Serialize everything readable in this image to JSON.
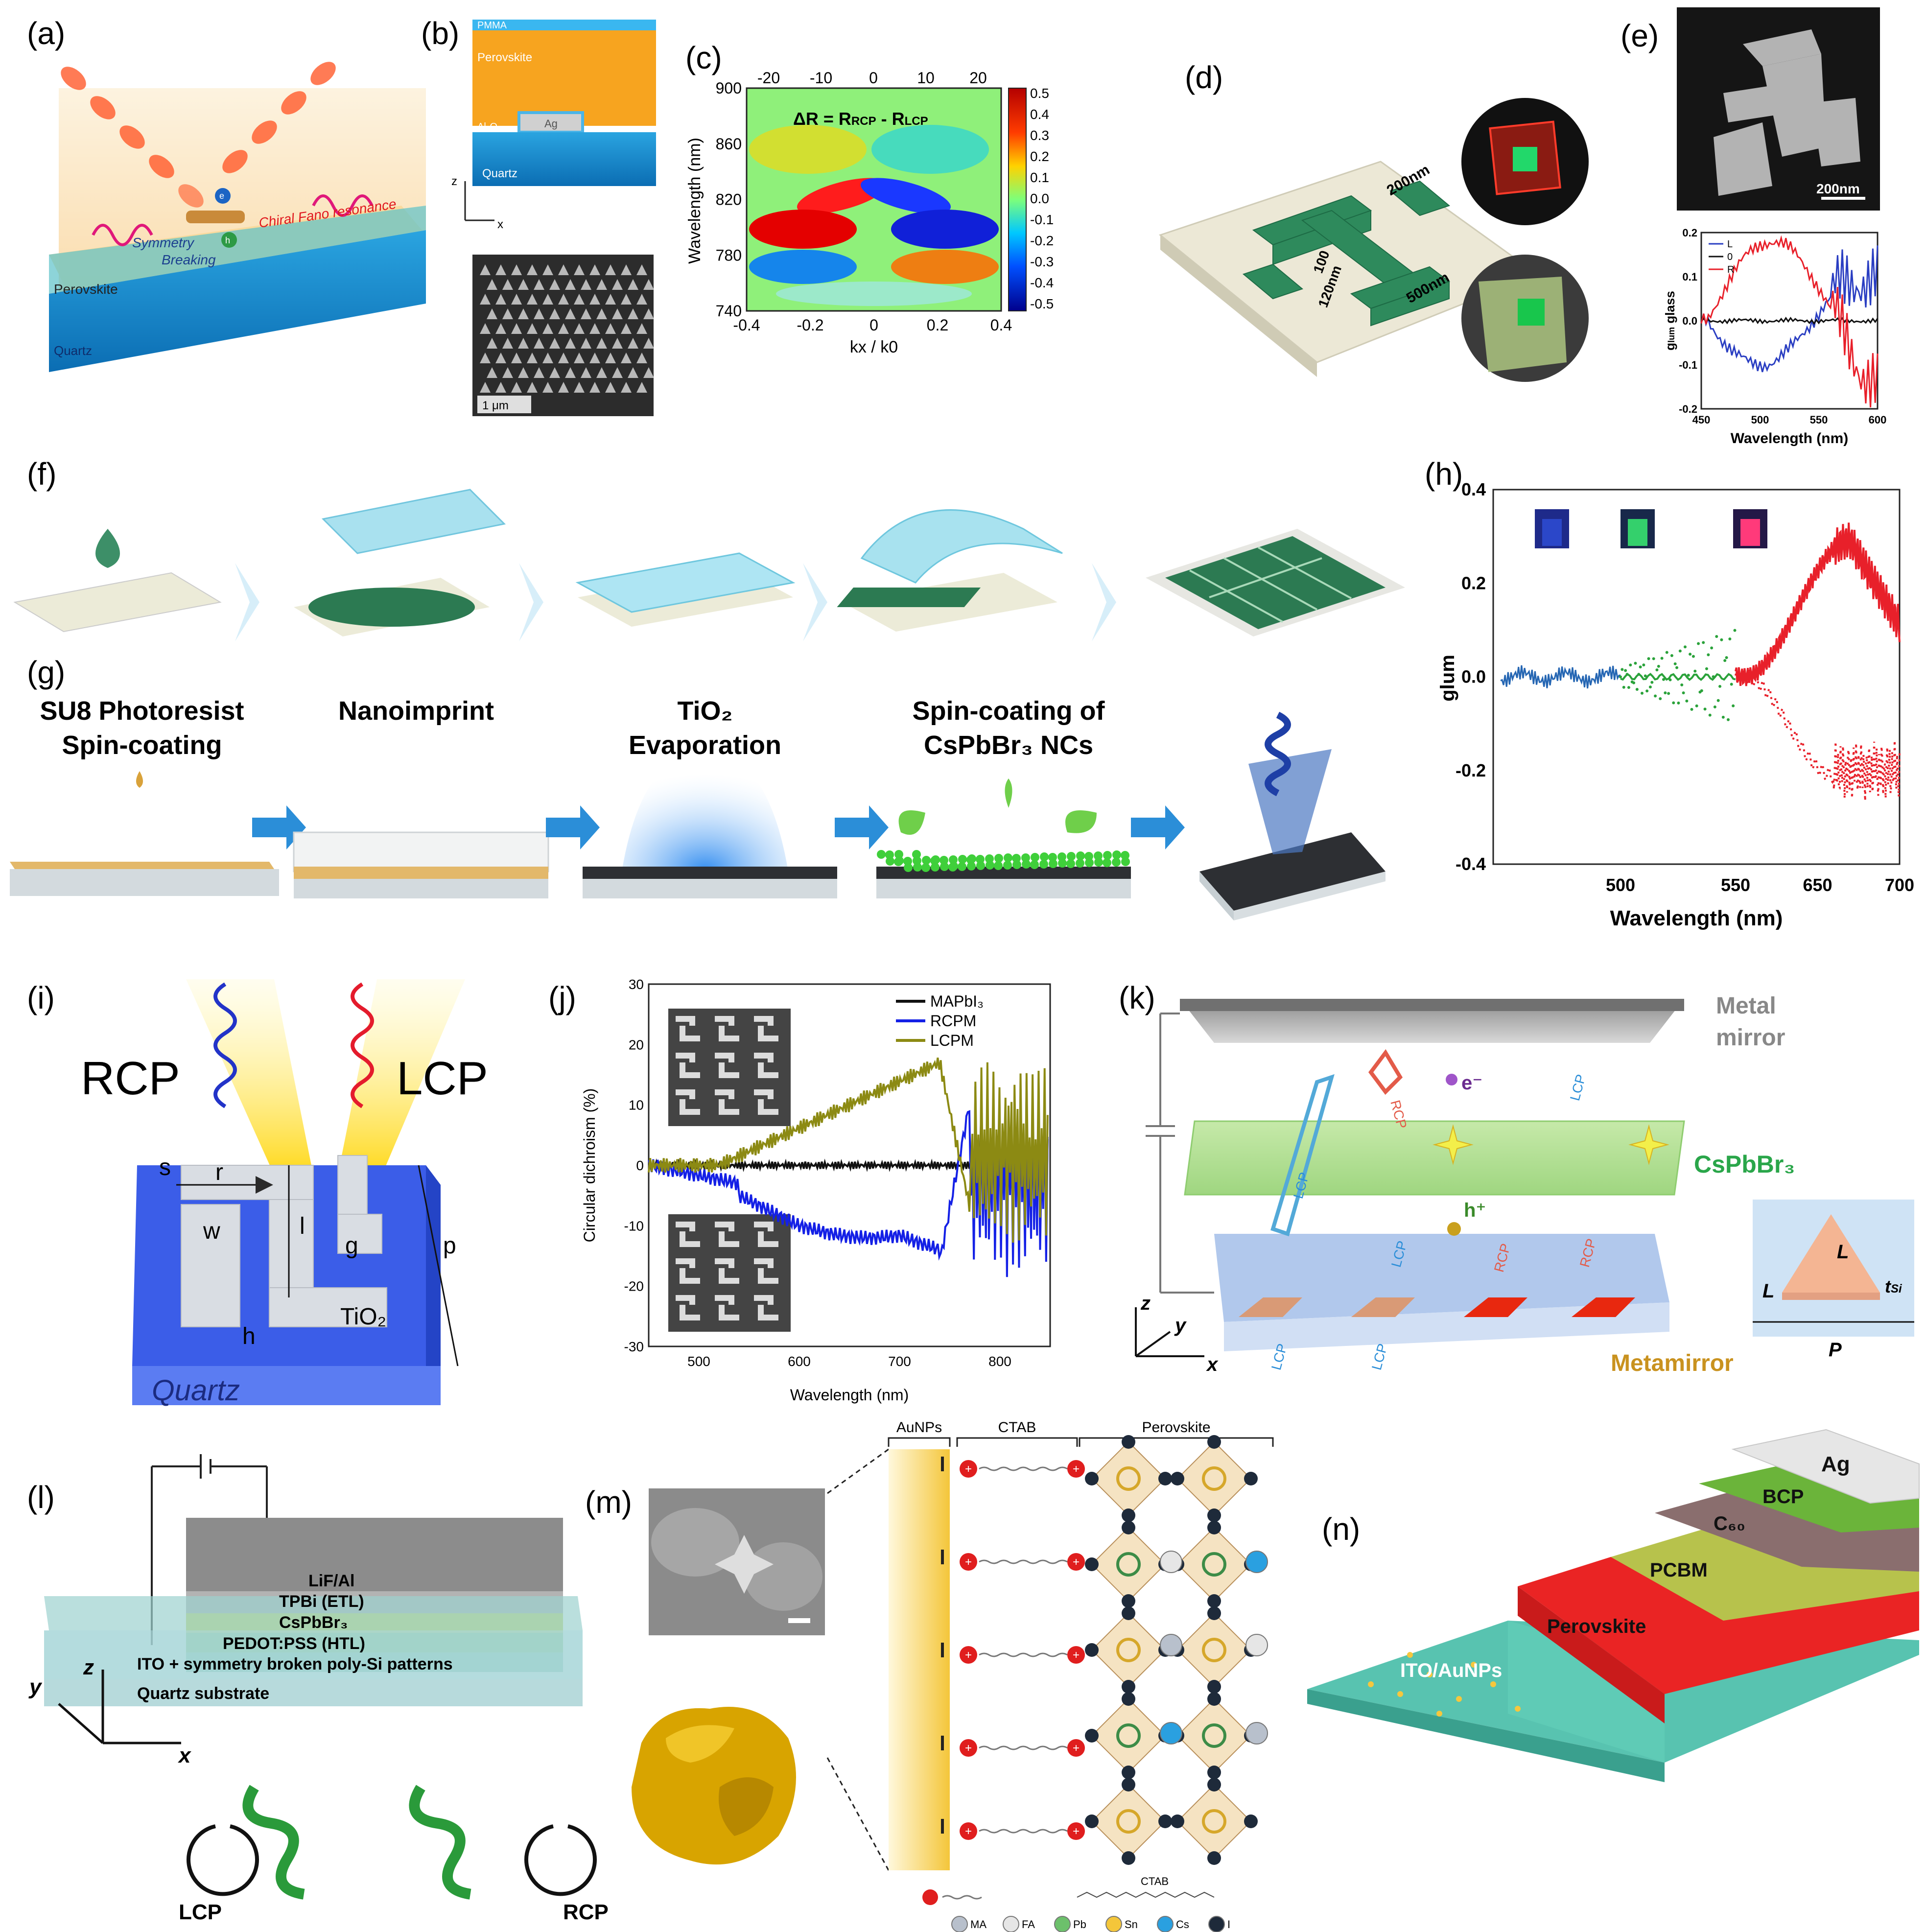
{
  "panels": {
    "a": {
      "label": "(a)",
      "perovskite": "Perovskite",
      "quartz": "Quartz",
      "symmetry": "Symmetry",
      "breaking": "Breaking",
      "fano": "Chiral Fano resonance",
      "e": "e",
      "h": "h"
    },
    "b": {
      "label": "(b)",
      "pmma": "PMMA",
      "perovskite": "Perovskite",
      "al2o3": "Al₂O₃",
      "ag": "Ag",
      "quartz": "Quartz",
      "z": "z",
      "x": "x",
      "scale": "1 μm"
    },
    "c": {
      "label": "(c)",
      "title": "ΔR = R",
      "title_sub1": "RCP",
      "title_mid": " - R",
      "title_sub2": "LCP",
      "ylabel": "Wavelength (nm)",
      "xlabel": "kx / k0",
      "yticks": [
        "900",
        "860",
        "820",
        "780",
        "740"
      ],
      "xticks": [
        "-0.4",
        "-0.2",
        "0",
        "0.2",
        "0.4"
      ],
      "topticks": [
        "-20",
        "-10",
        "0",
        "10",
        "20"
      ],
      "cbar": [
        "0.5",
        "0.4",
        "0.3",
        "0.2",
        "0.1",
        "0.0",
        "-0.1",
        "-0.2",
        "-0.3",
        "-0.4",
        "-0.5"
      ]
    },
    "d": {
      "label": "(d)",
      "dim1": "200nm",
      "dim2": "100",
      "dim3": "120nm",
      "dim4": "500nm"
    },
    "e": {
      "label": "(e)",
      "scale": "200nm",
      "ylabel": "g",
      "ylabel_sub": "lum",
      "ylabel_tail": " glass",
      "xlabel": "Wavelength (nm)",
      "xticks": [
        "450",
        "500",
        "550",
        "600"
      ],
      "yticks": [
        "0.2",
        "0.1",
        "0.0",
        "-0.1",
        "-0.2"
      ],
      "legend": [
        "L",
        "0",
        "R"
      ]
    },
    "f": {
      "label": "(f)"
    },
    "g": {
      "label": "(g)",
      "step1a": "SU8 Photoresist",
      "step1b": "Spin-coating",
      "step2": "Nanoimprint",
      "step3a": "TiO₂",
      "step3b": "Evaporation",
      "step4a": "Spin-coating of",
      "step4b": "CsPbBr₃ NCs"
    },
    "h": {
      "label": "(h)",
      "ylabel": "glum",
      "xlabel": "Wavelength (nm)",
      "yticks": [
        "0.4",
        "0.2",
        "0.0",
        "-0.2",
        "-0.4"
      ],
      "xticks": [
        "500",
        "550",
        "650",
        "700"
      ]
    },
    "i": {
      "label": "(i)",
      "rcp": "RCP",
      "lcp": "LCP",
      "s": "s",
      "r": "r",
      "w": "w",
      "l": "l",
      "g": "g",
      "p": "p",
      "h": "h",
      "tio2": "TiO₂",
      "quartz": "Quartz"
    },
    "j": {
      "label": "(j)",
      "ylabel": "Circular dichroism (%)",
      "xlabel": "Wavelength (nm)",
      "yticks": [
        "30",
        "20",
        "10",
        "0",
        "-10",
        "-20",
        "-30"
      ],
      "xticks": [
        "500",
        "600",
        "700",
        "800"
      ],
      "legend": [
        "MAPbI₃",
        "RCPM",
        "LCPM"
      ]
    },
    "k": {
      "label": "(k)",
      "mirror1": "Metal",
      "mirror2": "mirror",
      "cspbbr3": "CsPbBr₃",
      "meta": "Metamirror",
      "e": "e⁻",
      "h": "h⁺",
      "lcp": "LCP",
      "rcp": "RCP",
      "L": "L",
      "tsi": "t",
      "tsi_sub": "Si",
      "P": "P",
      "z": "z",
      "y": "y",
      "x": "x"
    },
    "l": {
      "label": "(l)",
      "layers": [
        "LiF/Al",
        "TPBi (ETL)",
        "CsPbBr₃",
        "PEDOT:PSS (HTL)",
        "ITO + symmetry broken poly-Si patterns",
        "Quartz substrate"
      ],
      "z": "z",
      "y": "y",
      "x": "x",
      "lcp": "LCP",
      "rcp": "RCP"
    },
    "m": {
      "label": "(m)",
      "aunps": "AuNPs",
      "ctab": "CTAB",
      "perovskite": "Perovskite",
      "ctab_small": "CTAB",
      "legend": [
        "MA",
        "FA",
        "Pb",
        "Sn",
        "Cs",
        "I"
      ]
    },
    "n": {
      "label": "(n)",
      "layers": [
        "ITO/AuNPs",
        "Perovskite",
        "PCBM",
        "C₆₀",
        "BCP",
        "Ag"
      ]
    }
  }
}
